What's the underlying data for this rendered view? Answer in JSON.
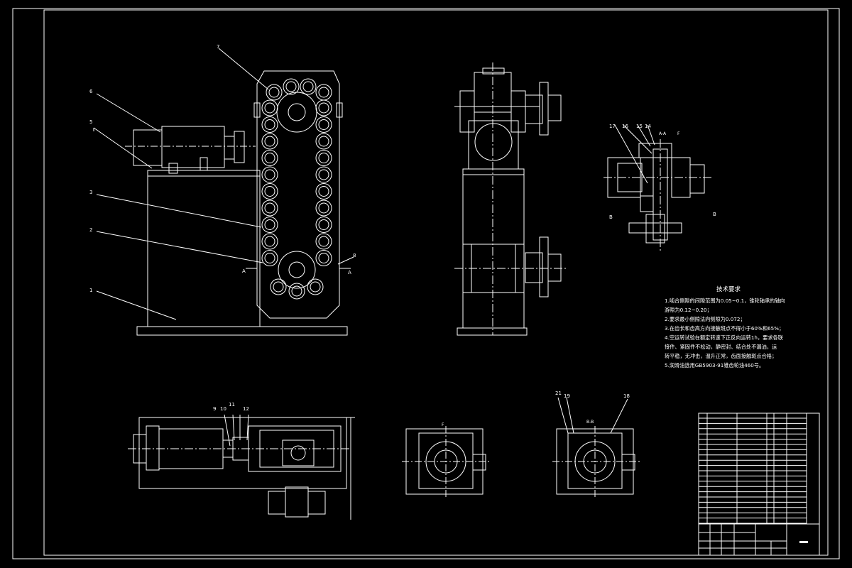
{
  "drawing": {
    "part_labels": {
      "front_view": [
        "7",
        "6",
        "5",
        "3",
        "2",
        "1",
        "8"
      ],
      "section_view": [
        "17",
        "16",
        "15",
        "14",
        "18",
        "19",
        "21"
      ],
      "top_view": [
        "9",
        "10",
        "11",
        "12"
      ]
    },
    "section_marks": {
      "a_left": "A",
      "a_right": "A",
      "section_aa": "A-A",
      "b_left": "B",
      "b_right": "B",
      "view_f": "F",
      "section_bb": "B-B"
    },
    "technical_requirements": {
      "title": "技术要求",
      "lines": [
        "1.啮合侧隙的间隙范围为0.05~0.1，锥轮轴承的轴向",
        "   游隙为0.12~0.20；",
        "2.要求最小侧隙法向侧隙为0.072；",
        "3.在齿长和齿高方向接触斑点不得小于60%和65%；",
        "4.空运转试验在额定转速下正反向运转1h，要求各联",
        "   接件、紧固件不松动，静密封、结合处不漏油，运",
        "   转平稳，无冲击，温升正常，齿面接触斑点合格；",
        "5.润滑油选用GB5903-91锥齿轮油460号。"
      ]
    }
  }
}
